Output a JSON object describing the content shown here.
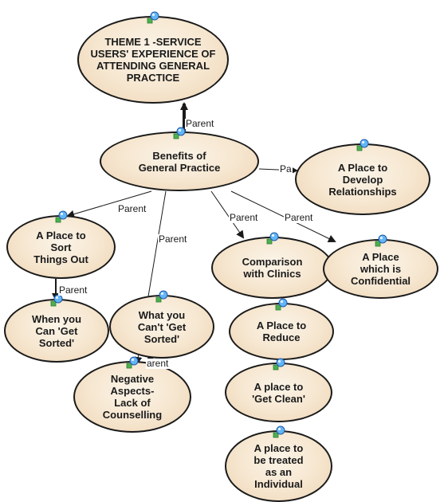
{
  "nodes": [
    {
      "id": "theme",
      "label": "THEME 1 -SERVICE\nUSERS' EXPERIENCE OF\nATTENDING GENERAL\nPRACTICE",
      "icon": "node-map-icon"
    },
    {
      "id": "benefits",
      "label": "Benefits of\nGeneral Practice",
      "icon": "node-map-icon"
    },
    {
      "id": "develop",
      "label": "A Place to\nDevelop\nRelationships",
      "icon": "node-map-icon"
    },
    {
      "id": "sort",
      "label": "A Place to\nSort\nThings Out",
      "icon": "node-map-icon"
    },
    {
      "id": "comparison",
      "label": "Comparison\nwith Clinics",
      "icon": "node-map-icon"
    },
    {
      "id": "confidential",
      "label": "A Place\nwhich is\nConfidential",
      "icon": "node-map-icon"
    },
    {
      "id": "when",
      "label": "When you\nCan 'Get\nSorted'",
      "icon": "node-map-icon"
    },
    {
      "id": "cant",
      "label": "What you\nCan't 'Get\nSorted'",
      "icon": "node-map-icon"
    },
    {
      "id": "reduce",
      "label": "A Place to\nReduce",
      "icon": "node-map-icon"
    },
    {
      "id": "negative",
      "label": "Negative\nAspects-\nLack of\nCounselling",
      "icon": "node-map-icon"
    },
    {
      "id": "clean",
      "label": "A place to\n'Get Clean'",
      "icon": "node-map-icon"
    },
    {
      "id": "individual",
      "label": "A place to\nbe treated\nas an\nIndividual",
      "icon": "node-map-icon"
    }
  ],
  "edges": [
    {
      "from": "benefits",
      "to": "theme",
      "label": "Parent"
    },
    {
      "from": "benefits",
      "to": "develop",
      "label": "Pa"
    },
    {
      "from": "benefits",
      "to": "sort",
      "label": "Parent"
    },
    {
      "from": "benefits",
      "to": "negative",
      "label": "Parent"
    },
    {
      "from": "benefits",
      "to": "comparison",
      "label": "Parent"
    },
    {
      "from": "benefits",
      "to": "confidential",
      "label": "Parent"
    },
    {
      "from": "sort",
      "to": "when",
      "label": "Parent"
    },
    {
      "from": "cant",
      "to": "negative",
      "label": "arent"
    }
  ]
}
